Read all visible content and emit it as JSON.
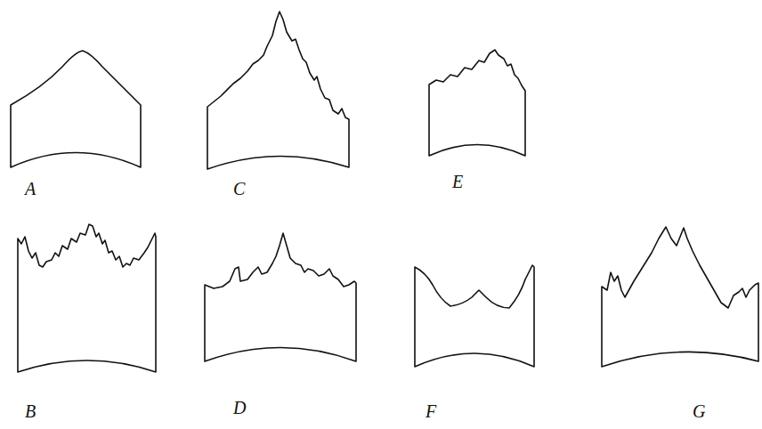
{
  "diagram": {
    "labels": [
      "A",
      "C",
      "E",
      "B",
      "D",
      "F",
      "G"
    ]
  }
}
